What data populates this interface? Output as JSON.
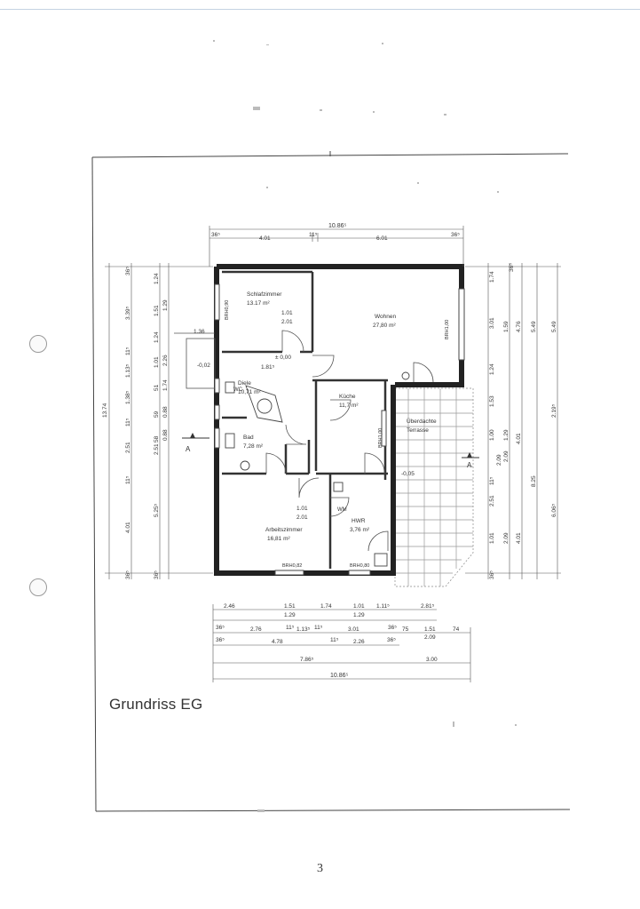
{
  "sheet": {
    "title": "Grundriss EG",
    "page_number": "3"
  },
  "rooms": [
    {
      "name": "Schlafzimmer",
      "area": "13.17 m²",
      "d1": "1.01",
      "d2": "2.01",
      "note": "BRH0,90"
    },
    {
      "name": "Wohnen",
      "area": "27,80 m²",
      "note": "BRH1,00"
    },
    {
      "name": "Diele",
      "area": "10,71 m²",
      "level": "± 0,00",
      "extra": "1.81⁵"
    },
    {
      "name": "Bad",
      "area": "7,28 m²",
      "wc": "WC"
    },
    {
      "name": "Küche",
      "area": "11,7 m²",
      "note": "BRH1,00"
    },
    {
      "name": "Überdachte",
      "area": "Terrasse"
    },
    {
      "name": "Arbeitszimmer",
      "area": "16,81 m²",
      "d1": "1.01",
      "d2": "2.01",
      "note": "BRH0,82"
    },
    {
      "name": "HWR",
      "area": "3,76 m²",
      "note": "BRH0,80",
      "wm": "WM",
      "level": "-0,05"
    }
  ],
  "section_marker": "A",
  "entry_level": "-0,02",
  "entry_width": "1.36",
  "dims_top": {
    "overall": "10.86⁵",
    "left_margin": "36⁵",
    "seg1": "4.01",
    "mid": "11⁵",
    "seg2": "6.01",
    "right_margin": "36⁵"
  },
  "dims_bottom": {
    "row1": [
      "2.46",
      "1.51",
      "1.74",
      "1.01",
      "1.11⁵",
      "2.81⁵"
    ],
    "row1b": [
      "1.29",
      "1.29"
    ],
    "row2": [
      "36⁵",
      "2.76",
      "11⁵",
      "1.13⁵",
      "11⁵",
      "3.01",
      "36⁵",
      "75",
      "1.51",
      "74"
    ],
    "row2b": "2.09",
    "row3": [
      "36⁵",
      "4.78",
      "11⁵",
      "2.26",
      "36⁵"
    ],
    "row4": [
      "7.86⁵",
      "3.00"
    ],
    "overall": "10.86⁵"
  },
  "dims_left": {
    "overall": "13.74",
    "col1": [
      "36⁵",
      "3.39⁵",
      "11⁵",
      "1.13⁵",
      "1.38⁵",
      "11⁵",
      "2.51",
      "11⁵",
      "4.01",
      "36⁵"
    ],
    "col2": [
      "1.24",
      "1.51",
      "1.24",
      "1.01",
      "51",
      "59",
      "58",
      "2.51",
      "5.25⁵",
      "36⁵"
    ],
    "col3": [
      "1.29",
      "2.26",
      "1.74",
      "0.88",
      "0.88"
    ]
  },
  "dims_right": {
    "col1": [
      "1.74",
      "3.01",
      "1.24",
      "1.53",
      "1.00",
      "2.09",
      "11⁵",
      "2.51",
      "1.01",
      "36⁵"
    ],
    "col2": [
      "36⁵",
      "1.59",
      "1.29",
      "2.09",
      "2.09"
    ],
    "col3": [
      "4.76",
      "4.01",
      "4.01"
    ],
    "col4": [
      "5.49",
      "8.25"
    ],
    "col5": [
      "5.49",
      "2.19⁵",
      "6.06⁵"
    ]
  }
}
